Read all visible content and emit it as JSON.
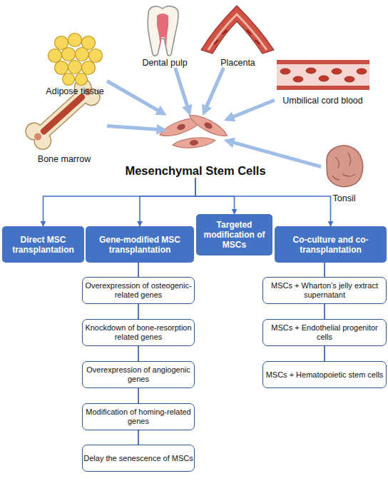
{
  "diagram": {
    "nodes": [
      {
        "text": [
          "Bone marrow"
        ]
      },
      {
        "text": [
          "Adipose tissue"
        ]
      },
      {
        "text": [
          "Dental pulp"
        ]
      },
      {
        "text": [
          "Placenta"
        ]
      },
      {
        "text": [
          "Umbilical cord blood"
        ]
      },
      {
        "text": [
          "Tonsil"
        ]
      },
      {
        "text": [
          "Mesenchymal Stem Cells"
        ]
      },
      {
        "text": [
          "Direct MSC transplantation"
        ]
      },
      {
        "text": [
          "Gene-modified MSC transplantation"
        ]
      },
      {
        "text": [
          "Targeted modification of MSCs"
        ]
      },
      {
        "text": [
          "Co-culture and co-transplantation"
        ]
      },
      {
        "text": [
          "Overexpression of osteogenic-related genes"
        ]
      },
      {
        "text": [
          "Knockdown of bone-resorption related genes"
        ]
      },
      {
        "text": [
          "Overexpression of angiogenic genes"
        ]
      },
      {
        "text": [
          "Modification of homing-related genes"
        ]
      },
      {
        "text": [
          "Delay the senescence of MSCs"
        ]
      },
      {
        "text": [
          "MSCs + Wharton’s jelly extract supernatant"
        ]
      },
      {
        "text": [
          "MSCs + Endothelial progenitor cells"
        ]
      },
      {
        "text": [
          "MSCs + Hematopoietic stem cells"
        ]
      }
    ],
    "edges": [
      {
        "from": 0,
        "to": 6,
        "arrow": "to"
      },
      {
        "from": 1,
        "to": 6,
        "arrow": "to"
      },
      {
        "from": 2,
        "to": 6,
        "arrow": "to"
      },
      {
        "from": 3,
        "to": 6,
        "arrow": "to"
      },
      {
        "from": 4,
        "to": 6,
        "arrow": "to"
      },
      {
        "from": 5,
        "to": 6,
        "arrow": "to"
      },
      {
        "from": 6,
        "to": 7,
        "arrow": "to"
      },
      {
        "from": 6,
        "to": 8,
        "arrow": "to"
      },
      {
        "from": 6,
        "to": 9,
        "arrow": "to"
      },
      {
        "from": 6,
        "to": 10,
        "arrow": "to"
      },
      {
        "from": 8,
        "to": 11,
        "arrow": "none"
      },
      {
        "from": 11,
        "to": 12,
        "arrow": "none"
      },
      {
        "from": 12,
        "to": 13,
        "arrow": "none"
      },
      {
        "from": 13,
        "to": 14,
        "arrow": "none"
      },
      {
        "from": 14,
        "to": 15,
        "arrow": "none"
      },
      {
        "from": 10,
        "to": 16,
        "arrow": "none"
      },
      {
        "from": 16,
        "to": 17,
        "arrow": "none"
      },
      {
        "from": 17,
        "to": 18,
        "arrow": "none"
      }
    ]
  }
}
